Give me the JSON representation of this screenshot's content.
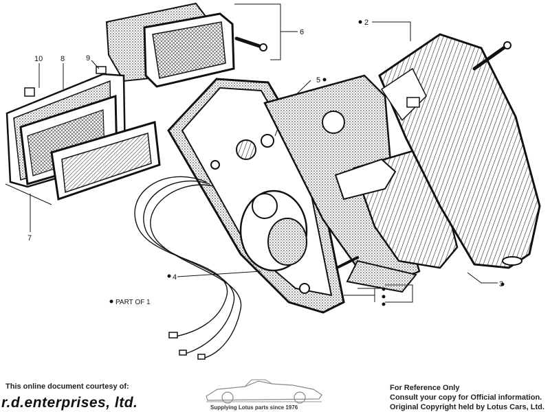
{
  "diagram": {
    "part_numbers": [
      "2",
      "3",
      "4",
      "5",
      "6",
      "7",
      "8",
      "9",
      "10"
    ],
    "legend_part_of": "PART OF 1"
  },
  "footer": {
    "courtesy": "This online document courtesy of:",
    "company": "r.d.enterprises, ltd.",
    "tagline": "Supplying Lotus parts since 1976",
    "notice_line1": "For Reference Only",
    "notice_line2": "Consult your copy for Official information.",
    "notice_line3": "Original Copyright held by Lotus Cars, Ltd."
  }
}
